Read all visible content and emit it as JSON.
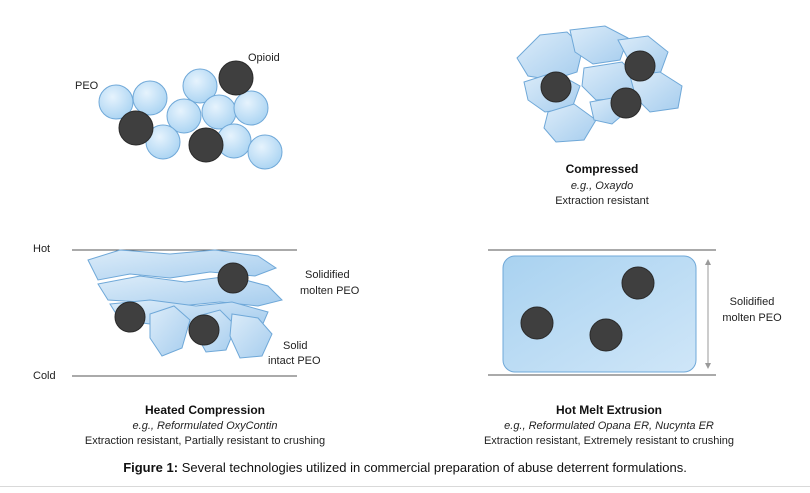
{
  "panels": {
    "raw_mix": {
      "label_opioid": "Opioid",
      "label_peo": "PEO"
    },
    "compressed": {
      "title": "Compressed",
      "example": "e.g., Oxaydo",
      "property": "Extraction resistant"
    },
    "heated_compression": {
      "label_hot": "Hot",
      "label_cold": "Cold",
      "label_solidified_1": "Solidified",
      "label_solidified_2": "molten PEO",
      "label_solid_1": "Solid",
      "label_solid_2": "intact PEO",
      "title": "Heated Compression",
      "example": "e.g., Reformulated OxyContin",
      "property": "Extraction resistant, Partially resistant to crushing"
    },
    "hot_melt_extrusion": {
      "label_solidified_1": "Solidified",
      "label_solidified_2": "molten PEO",
      "title": "Hot Melt Extrusion",
      "example": "e.g., Reformulated Opana ER, Nucynta ER",
      "property": "Extraction resistant, Extremely resistant to crushing"
    }
  },
  "caption": {
    "prefix": "Figure 1:",
    "text": " Several technologies utilized in commercial preparation of abuse deterrent formulations."
  },
  "colors": {
    "peo_particle": "#b9dcf5",
    "peo_outline": "#6fa8d8",
    "opioid_particle": "#3f3f3f",
    "melt_block": "#b5d9f2"
  }
}
